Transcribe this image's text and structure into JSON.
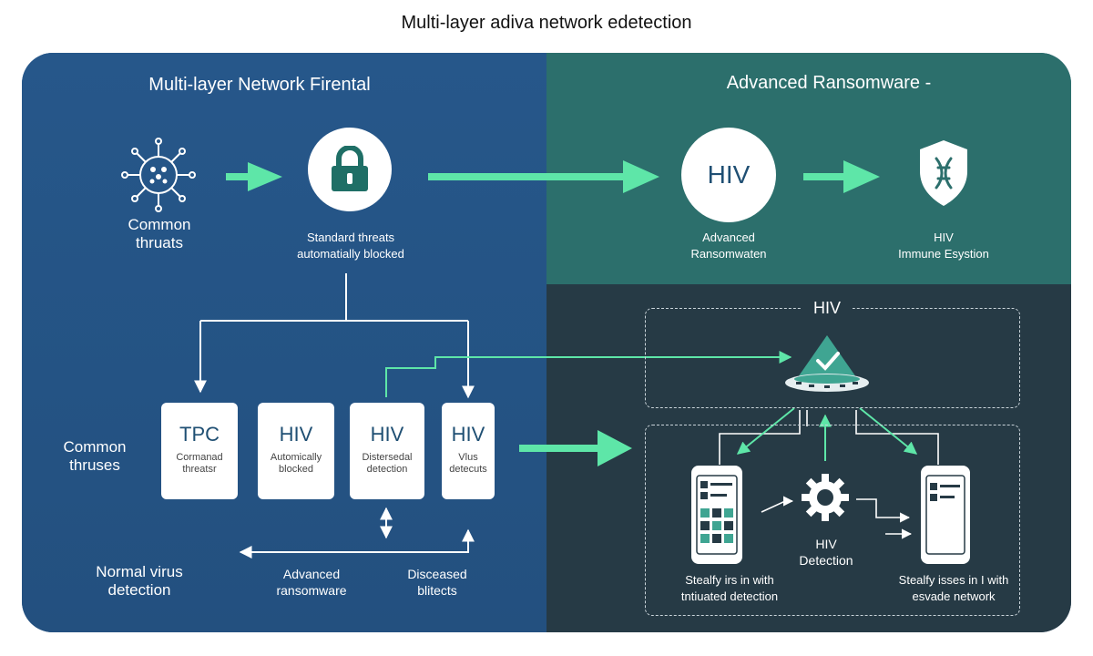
{
  "title": "Multi-layer adiva network edetection",
  "left": {
    "heading": "Multi-layer Network Firental",
    "virus_label": "Common\nthruats",
    "lock_label": "Standard threats\nautomatially blocked",
    "side_label": "Common\nthruses",
    "bottom_left": "Normal virus\ndetection",
    "bottom_mid": "Advanced\nransomware",
    "bottom_right": "Disceased\nblitects",
    "cards": [
      {
        "title": "TPC",
        "sub": "Cormanad\nthreatsr"
      },
      {
        "title": "HIV",
        "sub": "Automically\nblocked"
      },
      {
        "title": "HIV",
        "sub": "Distersedal\ndetection"
      },
      {
        "title": "HIV",
        "sub": "Vlus\ndetecuts"
      }
    ]
  },
  "top_right": {
    "heading": "Advanced Ransomware -",
    "hiv_circle": "HIV",
    "hiv_label": "Advanced\nRansomwaten",
    "shield_label": "HIV\nImmune Esystion"
  },
  "bottom_right": {
    "box_title": "HIV",
    "center_label": "HIV\nDetection",
    "left_caption": "Stealfy irs in with\ntntiuated detection",
    "right_caption": "Stealfy isses in I with\nesvade network"
  },
  "colors": {
    "accent": "#5ee6a8",
    "blue": "#25507e",
    "teal": "#2c6f6c",
    "dark": "#263a45"
  }
}
